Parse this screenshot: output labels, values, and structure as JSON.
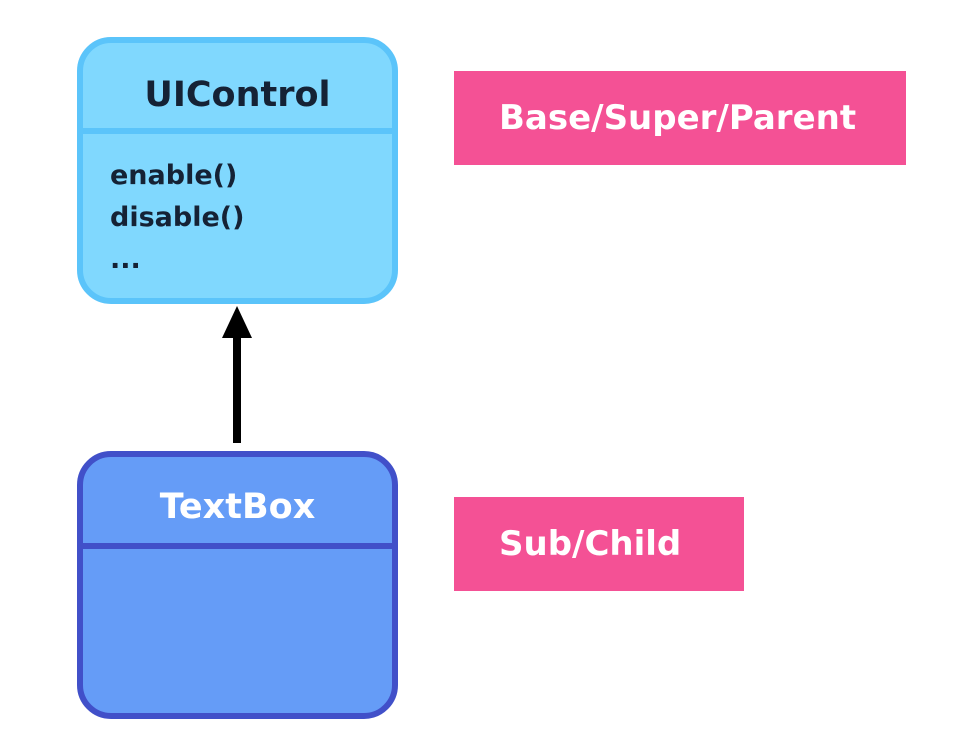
{
  "parent_class": {
    "name": "UIControl",
    "methods": [
      "enable()",
      "disable()",
      "..."
    ]
  },
  "child_class": {
    "name": "TextBox",
    "methods": []
  },
  "labels": {
    "parent": "Base/Super/Parent",
    "child": "Sub/Child"
  },
  "relationship": {
    "type": "inheritance",
    "from": "TextBox",
    "to": "UIControl"
  },
  "colors": {
    "parent_fill": "#80d8fe",
    "parent_border": "#5bc4fa",
    "child_fill": "#659cf7",
    "child_border": "#4150c9",
    "label_fill": "#f45195",
    "arrow": "#000000"
  }
}
